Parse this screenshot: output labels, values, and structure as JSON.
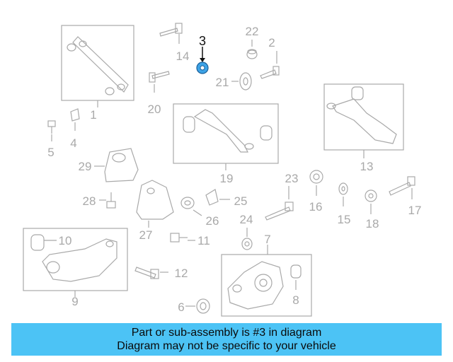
{
  "diagram": {
    "highlighted_part": "3",
    "callouts": [
      "1",
      "2",
      "3",
      "4",
      "5",
      "6",
      "7",
      "8",
      "9",
      "10",
      "11",
      "12",
      "13",
      "14",
      "15",
      "16",
      "17",
      "18",
      "19",
      "20",
      "21",
      "22",
      "23",
      "24",
      "25",
      "26",
      "27",
      "28",
      "29"
    ]
  },
  "banner": {
    "line1": "Part or sub-assembly is #3 in diagram",
    "line2": "Diagram may not be specific to your vehicle"
  },
  "colors": {
    "line": "#a9a9a9",
    "highlight": "#3da3e6",
    "banner": "#4cc3f5"
  }
}
